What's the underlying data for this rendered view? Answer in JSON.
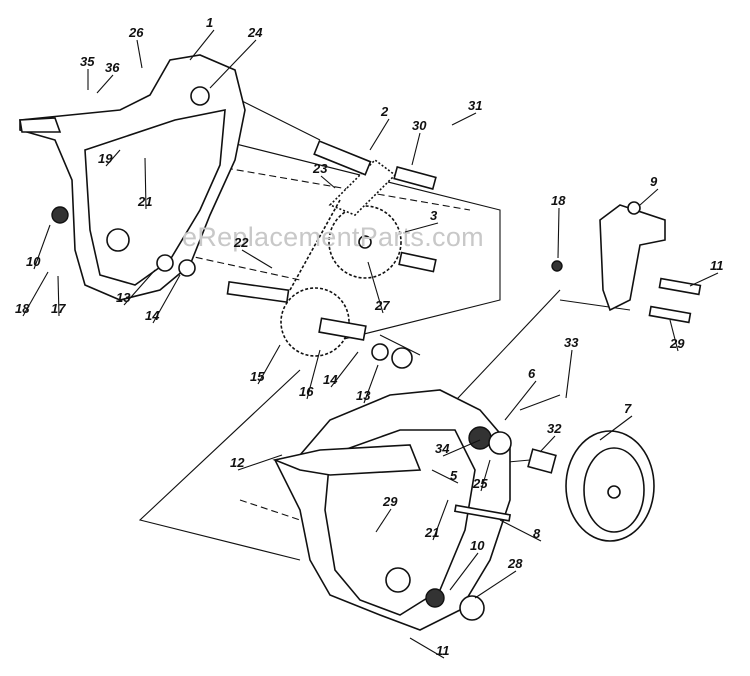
{
  "watermark": "eReplacementParts.com",
  "callouts": [
    {
      "id": "1",
      "label": "1"
    },
    {
      "id": "2",
      "label": "2"
    },
    {
      "id": "3",
      "label": "3"
    },
    {
      "id": "5",
      "label": "5"
    },
    {
      "id": "6",
      "label": "6"
    },
    {
      "id": "7",
      "label": "7"
    },
    {
      "id": "8",
      "label": "8"
    },
    {
      "id": "9",
      "label": "9"
    },
    {
      "id": "10a",
      "label": "10"
    },
    {
      "id": "10b",
      "label": "10"
    },
    {
      "id": "11a",
      "label": "11"
    },
    {
      "id": "11b",
      "label": "11"
    },
    {
      "id": "12",
      "label": "12"
    },
    {
      "id": "13a",
      "label": "13"
    },
    {
      "id": "13b",
      "label": "13"
    },
    {
      "id": "14a",
      "label": "14"
    },
    {
      "id": "14b",
      "label": "14"
    },
    {
      "id": "15",
      "label": "15"
    },
    {
      "id": "16",
      "label": "16"
    },
    {
      "id": "17",
      "label": "17"
    },
    {
      "id": "18a",
      "label": "18"
    },
    {
      "id": "18b",
      "label": "18"
    },
    {
      "id": "19",
      "label": "19"
    },
    {
      "id": "21a",
      "label": "21"
    },
    {
      "id": "21b",
      "label": "21"
    },
    {
      "id": "22",
      "label": "22"
    },
    {
      "id": "23",
      "label": "23"
    },
    {
      "id": "24",
      "label": "24"
    },
    {
      "id": "25",
      "label": "25"
    },
    {
      "id": "26",
      "label": "26"
    },
    {
      "id": "27",
      "label": "27"
    },
    {
      "id": "28",
      "label": "28"
    },
    {
      "id": "29a",
      "label": "29"
    },
    {
      "id": "29b",
      "label": "29"
    },
    {
      "id": "30",
      "label": "30"
    },
    {
      "id": "31",
      "label": "31"
    },
    {
      "id": "32",
      "label": "32"
    },
    {
      "id": "33",
      "label": "33"
    },
    {
      "id": "34",
      "label": "34"
    },
    {
      "id": "35",
      "label": "35"
    },
    {
      "id": "36",
      "label": "36"
    }
  ]
}
